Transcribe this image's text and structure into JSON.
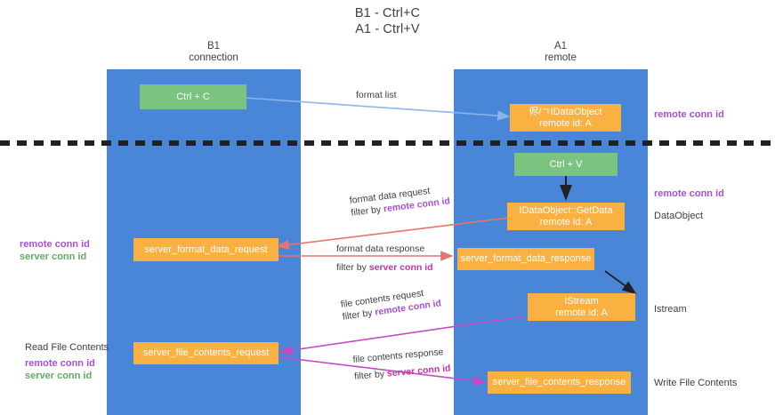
{
  "title": {
    "line1": "B1 - Ctrl+C",
    "line2": "A1 - Ctrl+V"
  },
  "columns": [
    {
      "name": "B1",
      "role": "connection"
    },
    {
      "name": "A1",
      "role": "remote"
    }
  ],
  "colors": {
    "lane": "#4a86d8",
    "green_node": "#7ac47f",
    "orange_node": "#fbb042",
    "purple_text": "#a94fd3",
    "green_text": "#5fab63",
    "magenta_text": "#c733a8",
    "blue_arrow": "#8ab6e8",
    "red_arrow": "#e8736a",
    "magenta_arrow": "#c24bc2",
    "black_arrow": "#202124",
    "divider": "#202124"
  },
  "nodes": {
    "ctrl_c": {
      "label": "Ctrl + C"
    },
    "idataobject": {
      "line1": "侭/ㄱIDataObject",
      "line2": "remote id: A"
    },
    "ctrl_v": {
      "label": "Ctrl + V"
    },
    "getdata": {
      "line1": "IDataObject::GetData",
      "line2": "remote id: A"
    },
    "istream": {
      "line1": "IStream",
      "line2": "remote id: A"
    },
    "server_format_data_request": {
      "label": "server_format_data_request"
    },
    "server_format_data_response": {
      "label": "server_format_data_response"
    },
    "server_file_contents_request": {
      "label": "server_file_contents_request"
    },
    "server_file_contents_response": {
      "label": "server_file_contents_response"
    }
  },
  "edge_labels": {
    "format_list": {
      "line1": "format list"
    },
    "format_data_request": {
      "line1": "format data request",
      "prefix": "filter by ",
      "highlight": "remote conn id"
    },
    "format_data_response": {
      "line1": "format data response",
      "prefix": "filter by ",
      "highlight": "server conn id"
    },
    "file_contents_request": {
      "line1": "file contents request",
      "prefix": "filter by ",
      "highlight": "remote conn id"
    },
    "file_contents_response": {
      "line1": "file contents response",
      "prefix": "filter by ",
      "highlight": "server conn id"
    }
  },
  "annotations": {
    "right_remote_conn_id_top": "remote conn id",
    "right_remote_conn_id_mid": "remote conn id",
    "right_dataobject": "DataObject",
    "right_istream": "Istream",
    "right_write_file_contents": "Write File Contents",
    "left_remote_conn_id_mid": "remote conn id",
    "left_server_conn_id_mid": "server conn id",
    "left_read_file_contents": "Read File Contents",
    "left_remote_conn_id_bottom": "remote conn id",
    "left_server_conn_id_bottom": "server conn id"
  }
}
